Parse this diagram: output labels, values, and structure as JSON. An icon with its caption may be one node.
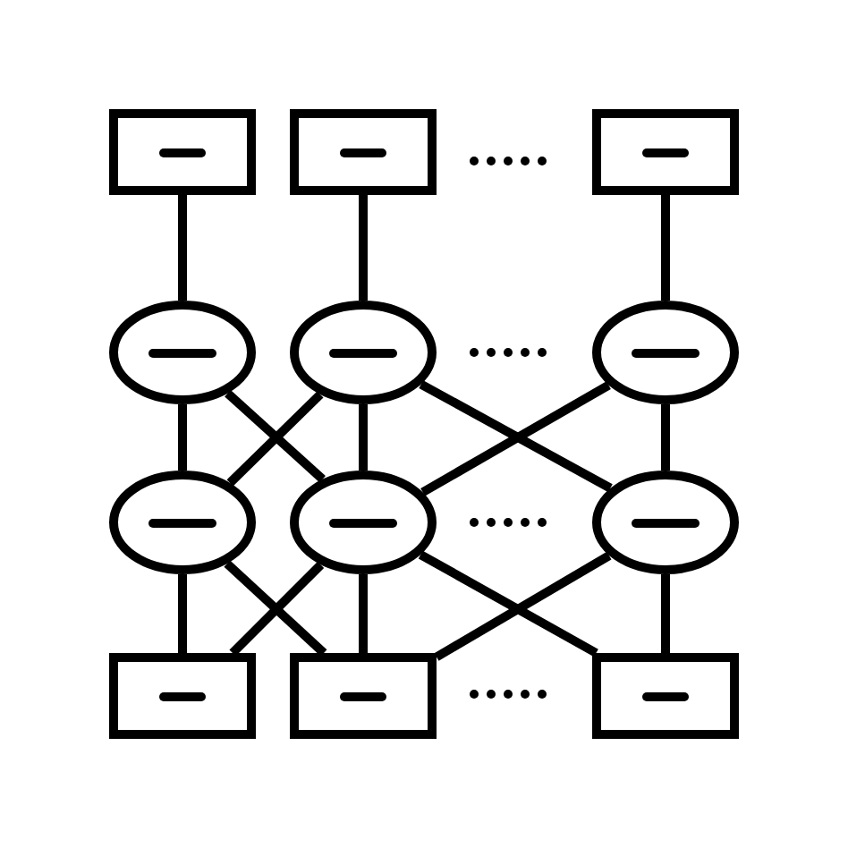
{
  "diagram": {
    "nodes": [
      {
        "text": [],
        "shape": "box"
      },
      {
        "text": [],
        "shape": "box"
      },
      {
        "text": [],
        "shape": "box"
      },
      {
        "text": [],
        "shape": "ellipse"
      },
      {
        "text": [],
        "shape": "ellipse"
      },
      {
        "text": [],
        "shape": "ellipse"
      },
      {
        "text": [],
        "shape": "ellipse"
      },
      {
        "text": [],
        "shape": "ellipse"
      },
      {
        "text": [],
        "shape": "ellipse"
      },
      {
        "text": [],
        "shape": "box"
      },
      {
        "text": [],
        "shape": "box"
      },
      {
        "text": [],
        "shape": "box"
      }
    ],
    "edges": [
      {
        "from": 0,
        "to": 3,
        "arrow": "none"
      },
      {
        "from": 1,
        "to": 4,
        "arrow": "none"
      },
      {
        "from": 2,
        "to": 5,
        "arrow": "none"
      },
      {
        "from": 3,
        "to": 6,
        "arrow": "none"
      },
      {
        "from": 3,
        "to": 7,
        "arrow": "none"
      },
      {
        "from": 4,
        "to": 6,
        "arrow": "none"
      },
      {
        "from": 4,
        "to": 7,
        "arrow": "none"
      },
      {
        "from": 4,
        "to": 8,
        "arrow": "none"
      },
      {
        "from": 5,
        "to": 7,
        "arrow": "none"
      },
      {
        "from": 5,
        "to": 8,
        "arrow": "none"
      },
      {
        "from": 6,
        "to": 9,
        "arrow": "none"
      },
      {
        "from": 6,
        "to": 10,
        "arrow": "none"
      },
      {
        "from": 7,
        "to": 9,
        "arrow": "none"
      },
      {
        "from": 7,
        "to": 10,
        "arrow": "none"
      },
      {
        "from": 7,
        "to": 11,
        "arrow": "none"
      },
      {
        "from": 8,
        "to": 10,
        "arrow": "none"
      },
      {
        "from": 8,
        "to": 11,
        "arrow": "none"
      }
    ]
  }
}
